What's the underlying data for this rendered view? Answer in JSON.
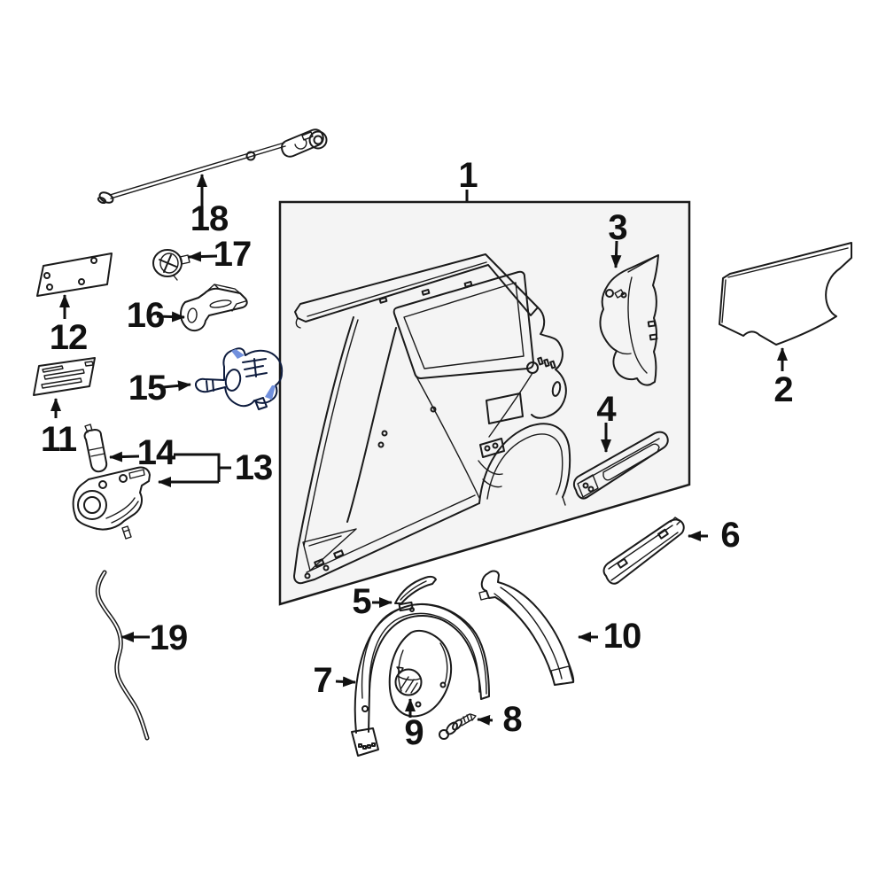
{
  "diagram": {
    "callouts": {
      "c1": "1",
      "c2": "2",
      "c3": "3",
      "c4": "4",
      "c5": "5",
      "c6": "6",
      "c7": "7",
      "c8": "8",
      "c9": "9",
      "c10": "10",
      "c11": "11",
      "c12": "12",
      "c13": "13",
      "c14": "14",
      "c15": "15",
      "c16": "16",
      "c17": "17",
      "c18": "18",
      "c19": "19"
    },
    "highlighted_callout": "15",
    "colors": {
      "line": "#1a1a1a",
      "background": "#ffffff",
      "box_fill": "#f4f4f4",
      "highlight_fill": "#3c5ec2",
      "highlight_light": "#7190dd"
    }
  }
}
